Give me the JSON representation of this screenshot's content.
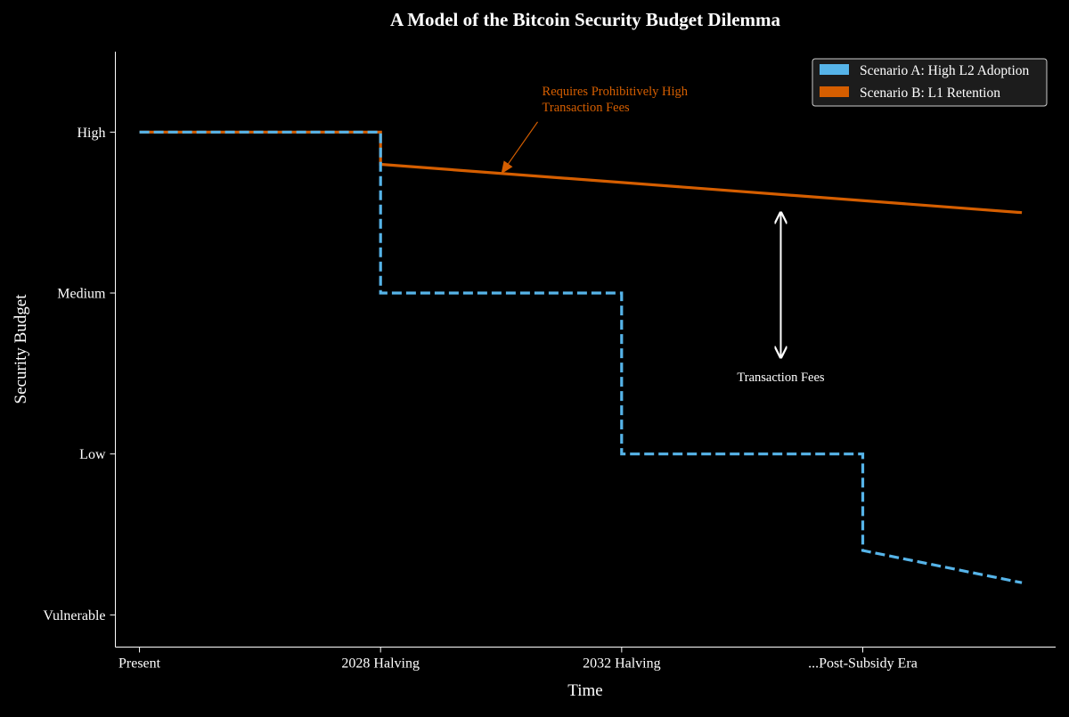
{
  "chart_data": {
    "type": "line",
    "title": "A Model of the Bitcoin Security Budget Dilemma",
    "xlabel": "Time",
    "ylabel": "Security Budget",
    "xlim": [
      -0.1,
      3.8
    ],
    "ylim": [
      -0.2,
      3.5
    ],
    "x_ticks": [
      {
        "value": 0,
        "label": "Present"
      },
      {
        "value": 1,
        "label": "2028 Halving"
      },
      {
        "value": 2,
        "label": "2032 Halving"
      },
      {
        "value": 3,
        "label": "...Post-Subsidy Era"
      }
    ],
    "y_ticks": [
      {
        "value": 0,
        "label": "Vulnerable"
      },
      {
        "value": 1,
        "label": "Low"
      },
      {
        "value": 2,
        "label": "Medium"
      },
      {
        "value": 3,
        "label": "High"
      }
    ],
    "grid": false,
    "legend_position": "top-right",
    "series": [
      {
        "name": "Scenario A: High L2 Adoption",
        "color": "#56B4E9",
        "style": "dashed",
        "points": [
          [
            0,
            3
          ],
          [
            1,
            3
          ],
          [
            1,
            2
          ],
          [
            2,
            2
          ],
          [
            2,
            1
          ],
          [
            3,
            1
          ],
          [
            3,
            0.4
          ],
          [
            3.66,
            0.2
          ]
        ]
      },
      {
        "name": "Scenario B: L1 Retention",
        "color": "#D55E00",
        "style": "solid",
        "points": [
          [
            0,
            3
          ],
          [
            1,
            3
          ],
          [
            1,
            2.8
          ],
          [
            3.66,
            2.5
          ]
        ]
      }
    ],
    "annotations": [
      {
        "id": "fees-note",
        "text_lines": [
          "Requires Prohibitively High",
          "Transaction Fees"
        ],
        "color": "#D55E00",
        "target": [
          1.5,
          2.74
        ],
        "text_at": [
          1.67,
          3.23
        ]
      },
      {
        "id": "fee-gap",
        "text": "Transaction Fees",
        "color": "#FFFFFF",
        "from": [
          2.66,
          2.5
        ],
        "to": [
          2.66,
          1.6
        ],
        "text_at": [
          2.66,
          1.48
        ]
      }
    ]
  }
}
